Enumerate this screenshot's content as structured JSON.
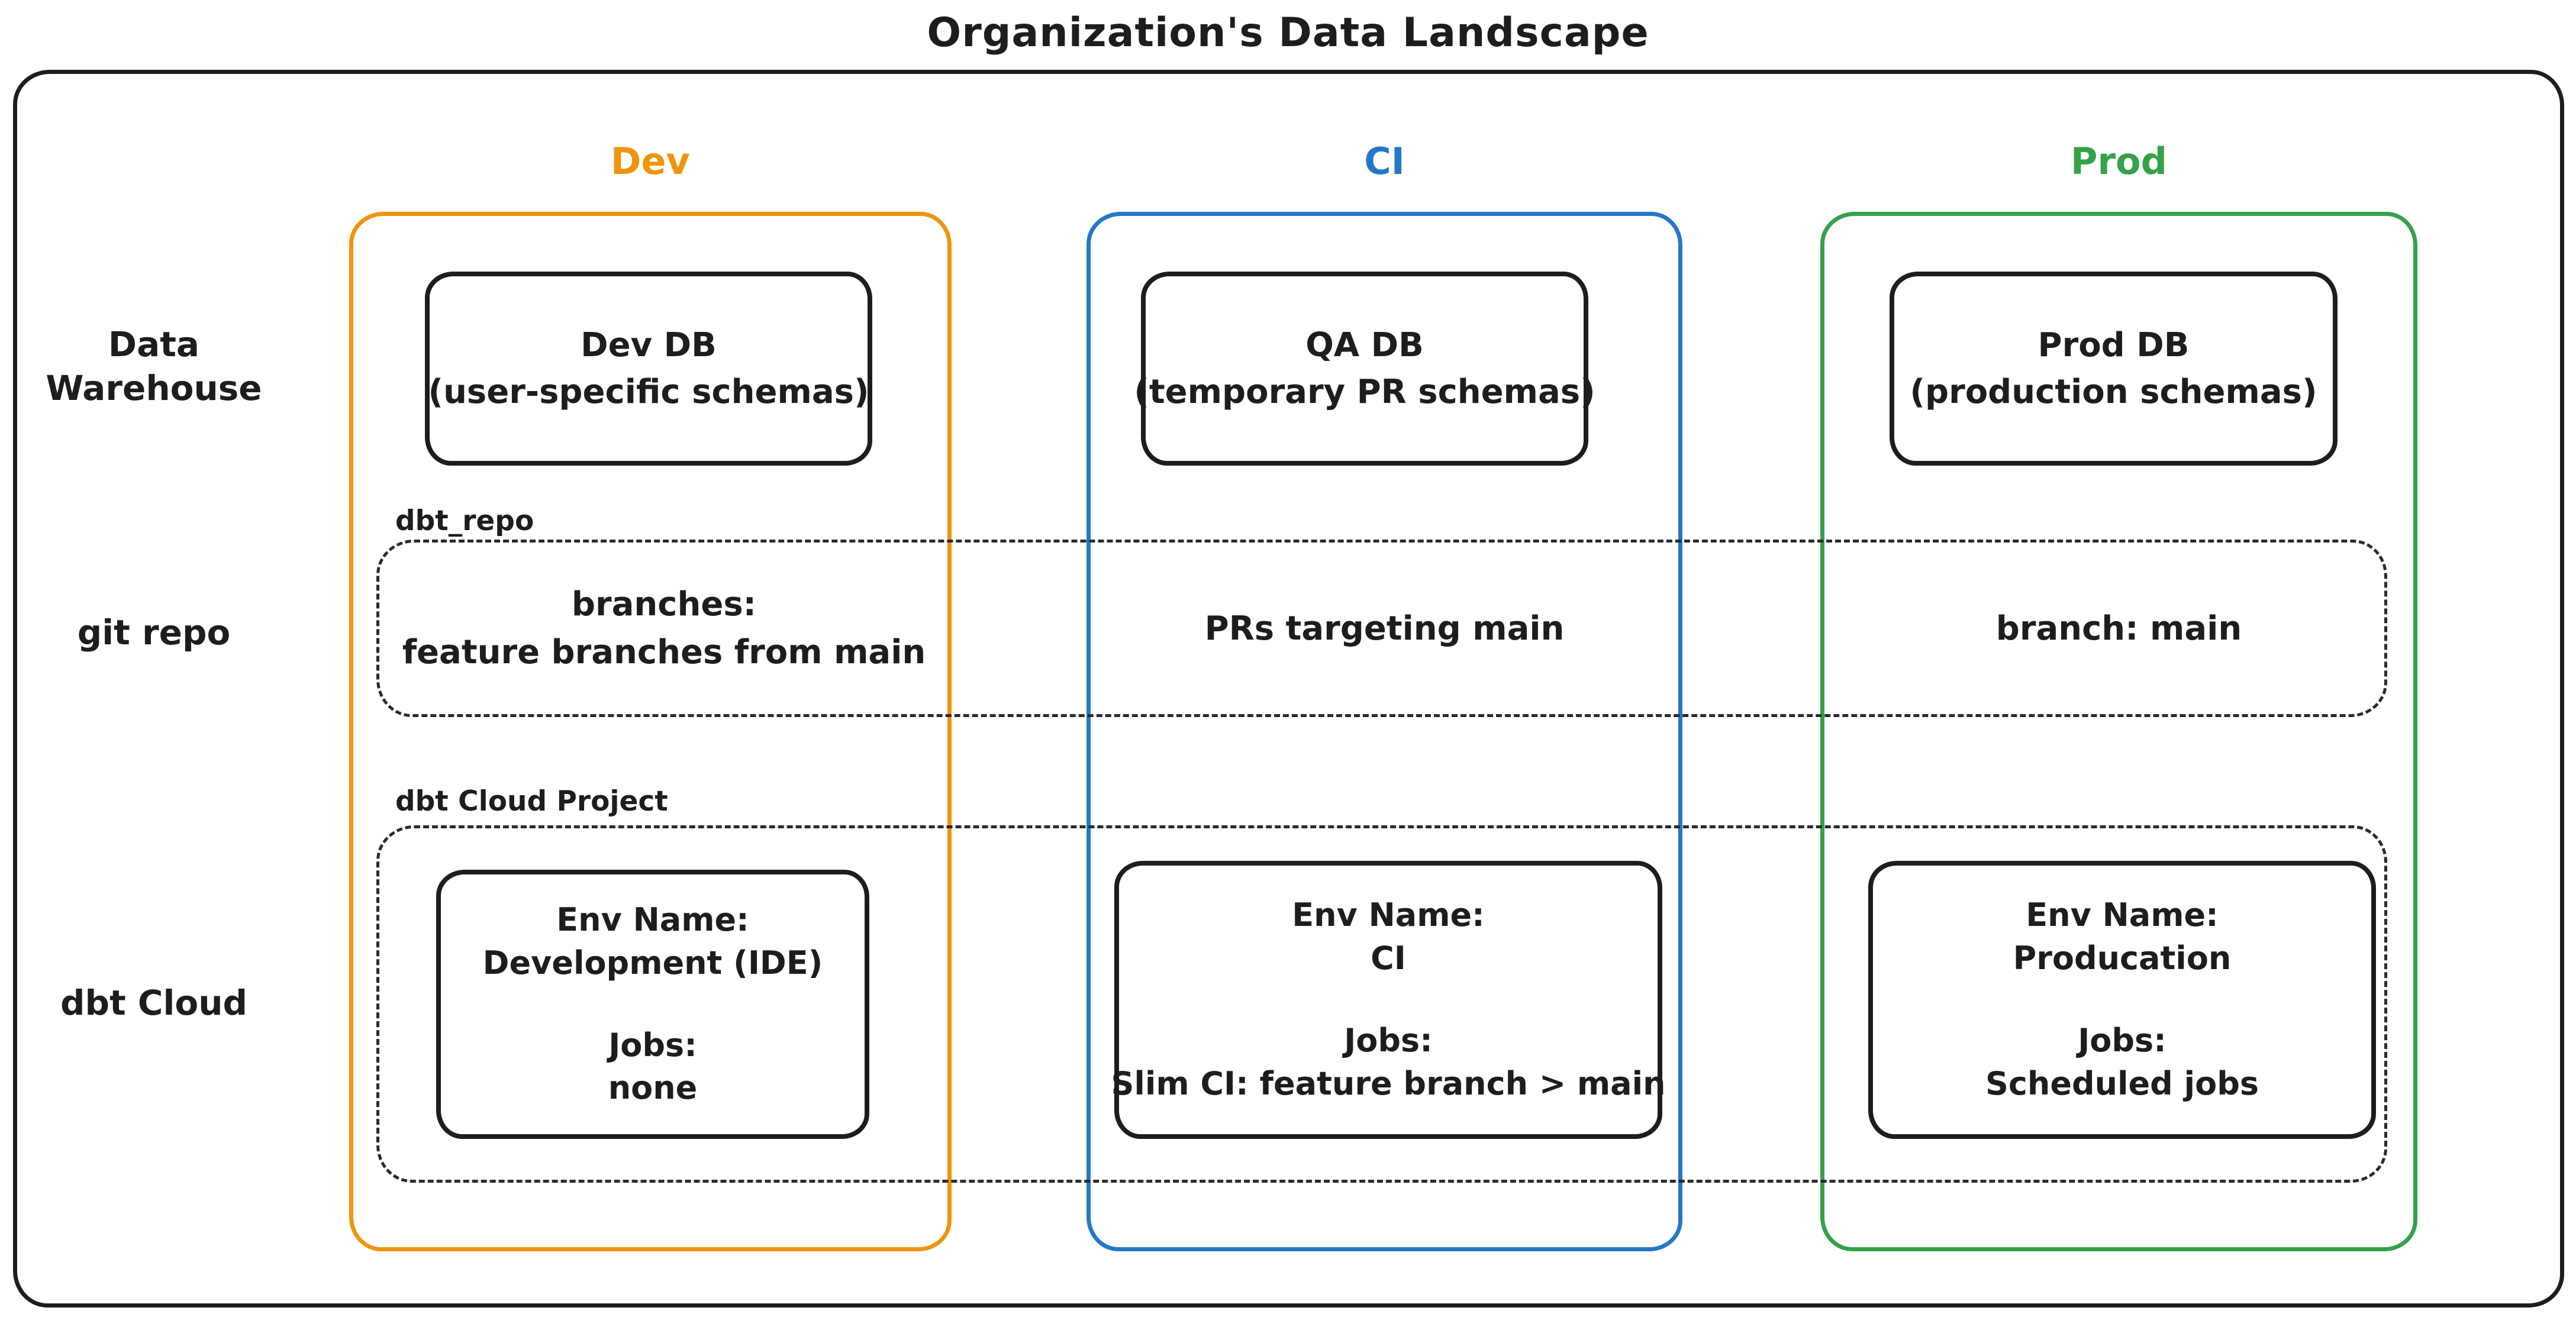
{
  "title": "Organization's Data Landscape",
  "colors": {
    "dev_accent": "#ef940d",
    "ci_accent": "#2478c8",
    "prod_accent": "#35a24a",
    "ink": "#1d1d1d"
  },
  "row_labels": {
    "data_warehouse_line1": "Data",
    "data_warehouse_line2": "Warehouse",
    "git_repo": "git repo",
    "dbt_cloud": "dbt Cloud"
  },
  "group_labels": {
    "git_repo_box": "dbt_repo",
    "dbt_cloud_box": "dbt Cloud Project"
  },
  "columns": [
    {
      "header": "Dev",
      "db": {
        "title": "Dev DB",
        "subtitle": "(user-specific schemas)"
      },
      "git": {
        "line1": "branches:",
        "line2": "feature branches from main"
      },
      "cloud": {
        "env_label": "Env Name:",
        "env_name": "Development (IDE)",
        "jobs_label": "Jobs:",
        "jobs": "none"
      }
    },
    {
      "header": "CI",
      "db": {
        "title": "QA DB",
        "subtitle": "(temporary PR schemas)"
      },
      "git": {
        "line1": "PRs targeting main",
        "line2": ""
      },
      "cloud": {
        "env_label": "Env Name:",
        "env_name": "CI",
        "jobs_label": "Jobs:",
        "jobs": "Slim CI: feature branch > main"
      }
    },
    {
      "header": "Prod",
      "db": {
        "title": "Prod DB",
        "subtitle": "(production schemas)"
      },
      "git": {
        "line1": "branch: main",
        "line2": ""
      },
      "cloud": {
        "env_label": "Env Name:",
        "env_name": "Producation",
        "jobs_label": "Jobs:",
        "jobs": "Scheduled jobs"
      }
    }
  ]
}
